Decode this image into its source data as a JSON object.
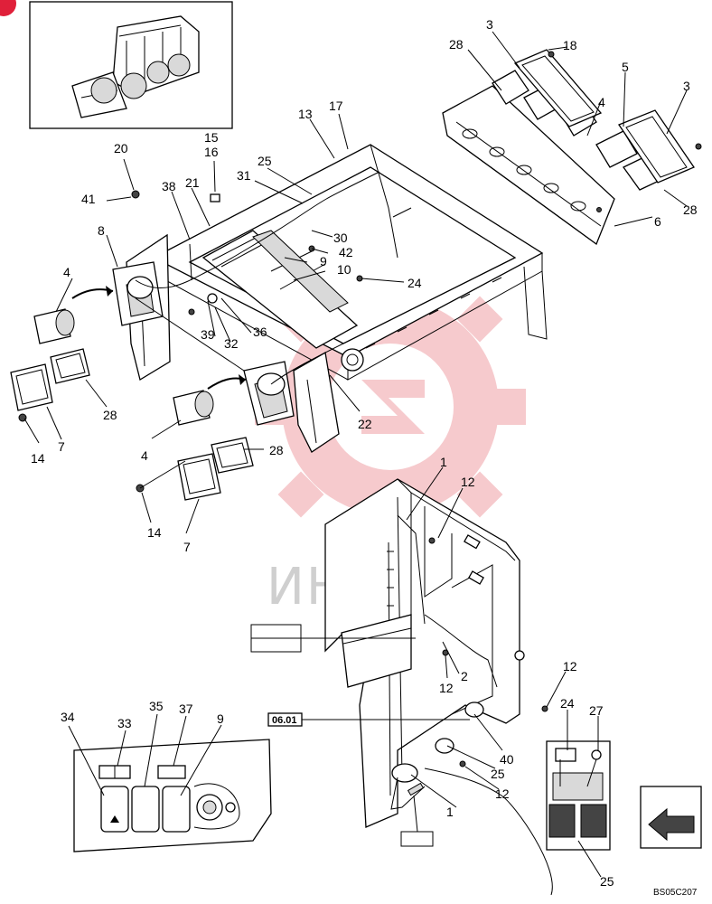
{
  "watermark": {
    "text": "ИНТЕХ",
    "gear_color": "#f3b9bd",
    "text_color": "#cfcfcf"
  },
  "drawing_code": "BS05C207",
  "reference_box": {
    "text": "06.01"
  },
  "callouts": [
    {
      "id": "c3a",
      "text": "3"
    },
    {
      "id": "c18",
      "text": "18"
    },
    {
      "id": "c28a",
      "text": "28"
    },
    {
      "id": "c5",
      "text": "5"
    },
    {
      "id": "c3b",
      "text": "3"
    },
    {
      "id": "c4a",
      "text": "4"
    },
    {
      "id": "c28b",
      "text": "28"
    },
    {
      "id": "c6",
      "text": "6"
    },
    {
      "id": "c13",
      "text": "13"
    },
    {
      "id": "c17",
      "text": "17"
    },
    {
      "id": "c15",
      "text": "15"
    },
    {
      "id": "c16",
      "text": "16"
    },
    {
      "id": "c20",
      "text": "20"
    },
    {
      "id": "c25a",
      "text": "25"
    },
    {
      "id": "c31",
      "text": "31"
    },
    {
      "id": "c41",
      "text": "41"
    },
    {
      "id": "c38",
      "text": "38"
    },
    {
      "id": "c21",
      "text": "21"
    },
    {
      "id": "c8",
      "text": "8"
    },
    {
      "id": "c30",
      "text": "30"
    },
    {
      "id": "c42",
      "text": "42"
    },
    {
      "id": "c9a",
      "text": "9"
    },
    {
      "id": "c10",
      "text": "10"
    },
    {
      "id": "c24a",
      "text": "24"
    },
    {
      "id": "c4b",
      "text": "4"
    },
    {
      "id": "c39",
      "text": "39"
    },
    {
      "id": "c32",
      "text": "32"
    },
    {
      "id": "c36",
      "text": "36"
    },
    {
      "id": "c28c",
      "text": "28"
    },
    {
      "id": "c14a",
      "text": "14"
    },
    {
      "id": "c7a",
      "text": "7"
    },
    {
      "id": "c22",
      "text": "22"
    },
    {
      "id": "c4c",
      "text": "4"
    },
    {
      "id": "c28d",
      "text": "28"
    },
    {
      "id": "c14b",
      "text": "14"
    },
    {
      "id": "c7b",
      "text": "7"
    },
    {
      "id": "c1a",
      "text": "1"
    },
    {
      "id": "c12a",
      "text": "12"
    },
    {
      "id": "c2",
      "text": "2"
    },
    {
      "id": "c12b",
      "text": "12"
    },
    {
      "id": "c12c",
      "text": "12"
    },
    {
      "id": "c24b",
      "text": "24"
    },
    {
      "id": "c27",
      "text": "27"
    },
    {
      "id": "c40",
      "text": "40"
    },
    {
      "id": "c25b",
      "text": "25"
    },
    {
      "id": "c12d",
      "text": "12"
    },
    {
      "id": "c1b",
      "text": "1"
    },
    {
      "id": "c25c",
      "text": "25"
    },
    {
      "id": "c34",
      "text": "34"
    },
    {
      "id": "c33",
      "text": "33"
    },
    {
      "id": "c35",
      "text": "35"
    },
    {
      "id": "c37",
      "text": "37"
    },
    {
      "id": "c9b",
      "text": "9"
    }
  ]
}
